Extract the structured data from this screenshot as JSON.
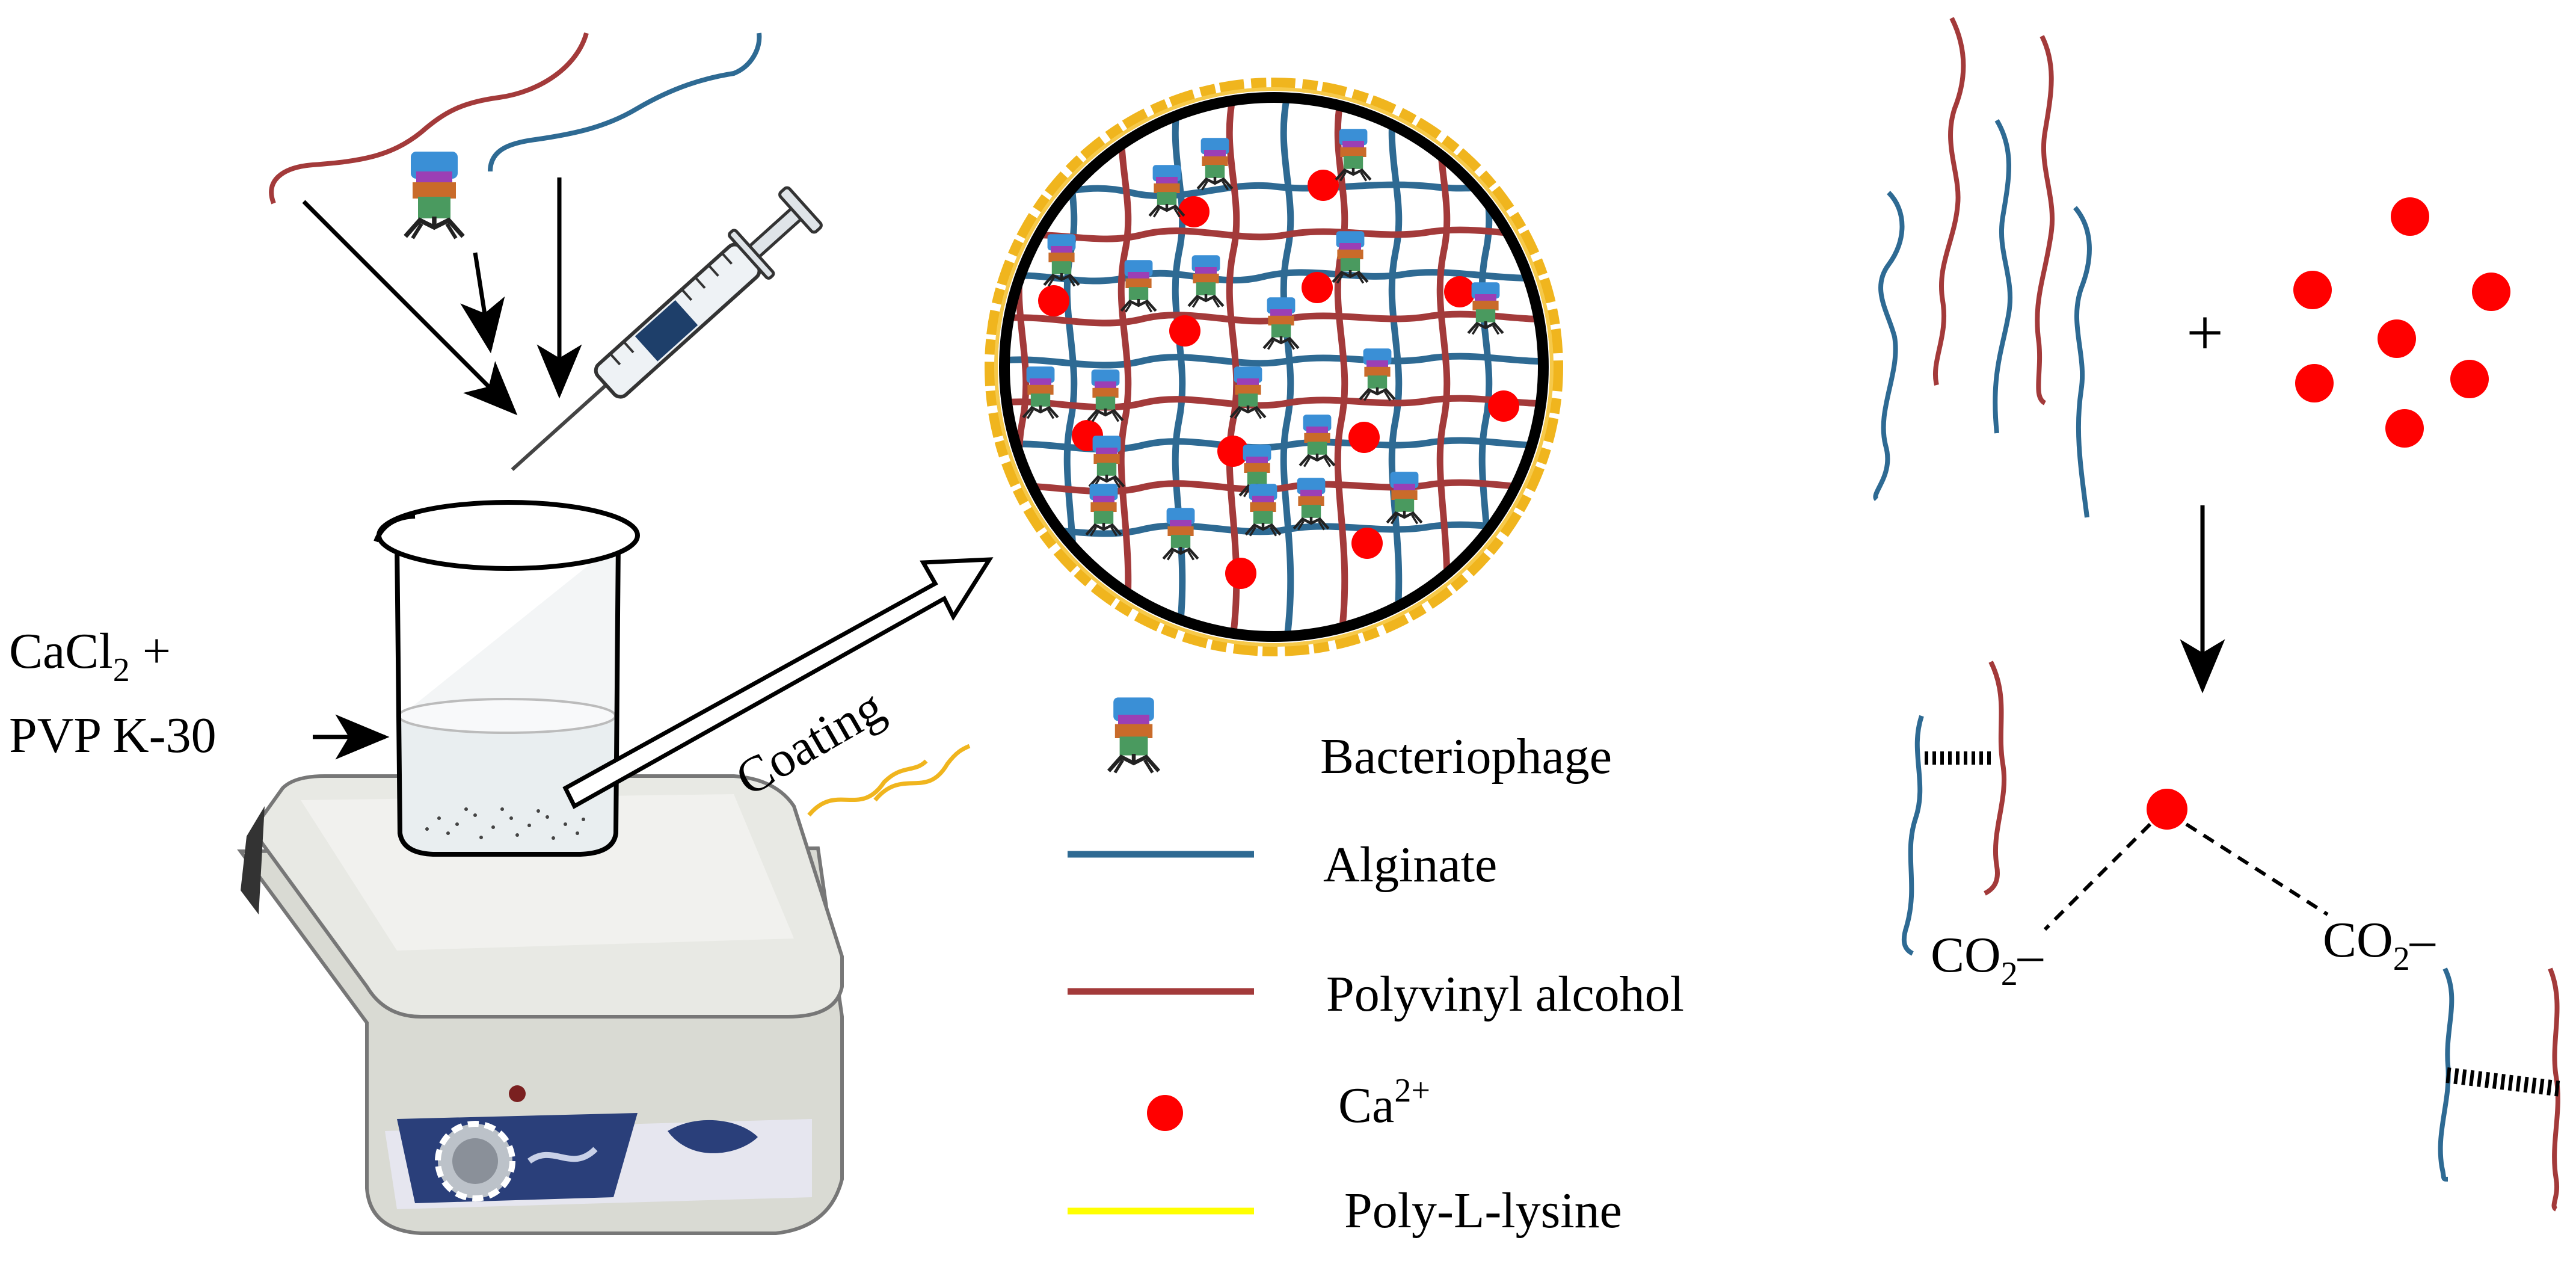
{
  "colors": {
    "alginate": "#2e6a93",
    "pva": "#a33a3a",
    "calcium": "#ff0000",
    "polylysine_legend": "#ffff00",
    "polylysine_coat": "#f0b51e",
    "outline": "#000000"
  },
  "labels": {
    "cacl2": {
      "prefix": "CaCl",
      "subscript": "2",
      "suffix": " +"
    },
    "pvp": "PVP K-30",
    "coating": "Coating",
    "plus": "+",
    "carboxylate_left": {
      "prefix": "CO",
      "subscript": "2",
      "suffix": "–"
    },
    "carboxylate_right": {
      "prefix": "CO",
      "subscript": "2",
      "suffix": "–"
    }
  },
  "legend": {
    "bacteriophage": "Bacteriophage",
    "alginate": "Alginate",
    "pva": "Polyvinyl alcohol",
    "calcium": {
      "base": "Ca",
      "superscript": "2+"
    },
    "polylysine": "Poly-L-lysine"
  },
  "icons": {
    "phage": "bacteriophage-icon",
    "syringe": "syringe-icon",
    "beaker": "beaker-icon",
    "hotplate": "magnetic-stirrer-hotplate-icon"
  }
}
